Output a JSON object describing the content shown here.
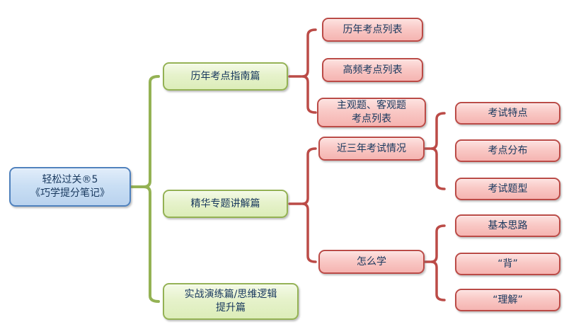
{
  "diagram_type": "tree-mindmap",
  "colors": {
    "background": "#ffffff",
    "text": "#17375d",
    "root_fill": "#cadff4",
    "root_border": "#4f81bd",
    "branch_fill": "#e6f2cb",
    "branch_border": "#94b254",
    "leaf_fill": "#f9c9c6",
    "leaf_border": "#bb4b47",
    "brace_green": "#94b254",
    "brace_red": "#bb4b47"
  },
  "tree": {
    "root": {
      "label": "轻松过关®5\n《巧学提分笔记》"
    },
    "branches": [
      {
        "label": "历年考点指南篇",
        "children": [
          {
            "label": "历年考点列表"
          },
          {
            "label": "高频考点列表"
          },
          {
            "label": "主观题、客观题\n考点列表"
          }
        ]
      },
      {
        "label": "精华专题讲解篇",
        "children": [
          {
            "label": "近三年考试情况",
            "children": [
              {
                "label": "考试特点"
              },
              {
                "label": "考点分布"
              },
              {
                "label": "考试题型"
              }
            ]
          },
          {
            "label": "怎么学",
            "children": [
              {
                "label": "基本思路"
              },
              {
                "label": "“背”"
              },
              {
                "label": "“理解”"
              }
            ]
          }
        ]
      },
      {
        "label": "实战演练篇/思维逻辑\n提升篇",
        "children": []
      }
    ]
  }
}
